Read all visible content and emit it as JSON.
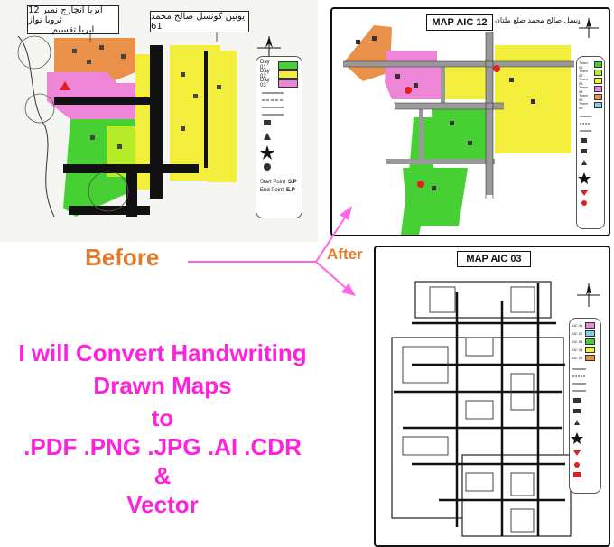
{
  "before": {
    "label": "Before",
    "header_right": "ایریا انچارج نمبر 12 ثروبا نواز",
    "header_right_sub": "ایریا تقسیم",
    "header_center": "یونین کونسل صالح محمد 61",
    "legend_days": [
      "Day 01",
      "Day 02",
      "Day 03"
    ],
    "legend_extra": [
      "Start Point",
      "End Point"
    ],
    "legend_extra_codes": [
      "S.P",
      "E.P"
    ]
  },
  "after": {
    "label": "After",
    "map1": {
      "title": "MAP AIC 12",
      "urdu_title": "نقشہ یونین کونسل صالح محمد ضلع ملتان",
      "legend": [
        "Team 01",
        "Team 02",
        "Team 03",
        "Team 04",
        "Team 05",
        "Team 06"
      ]
    },
    "map2": {
      "title": "MAP AIC 03",
      "legend": [
        "AIC 01",
        "AIC 02",
        "AIC 03",
        "AIC 04",
        "AIC 05"
      ]
    }
  },
  "pitch": {
    "line1": "I will Convert Handwriting",
    "line2": "Drawn Maps",
    "line3": "to",
    "line4": ".PDF .PNG .JPG .AI .CDR",
    "line5": "&",
    "line6": "Vector"
  },
  "colors": {
    "orange": "#e9914a",
    "pink": "#ee86d8",
    "yellow": "#f3ee3c",
    "green": "#46d033",
    "lime": "#b8ec2a",
    "caption": "#e07a2e",
    "magenta": "#ff22dd"
  }
}
